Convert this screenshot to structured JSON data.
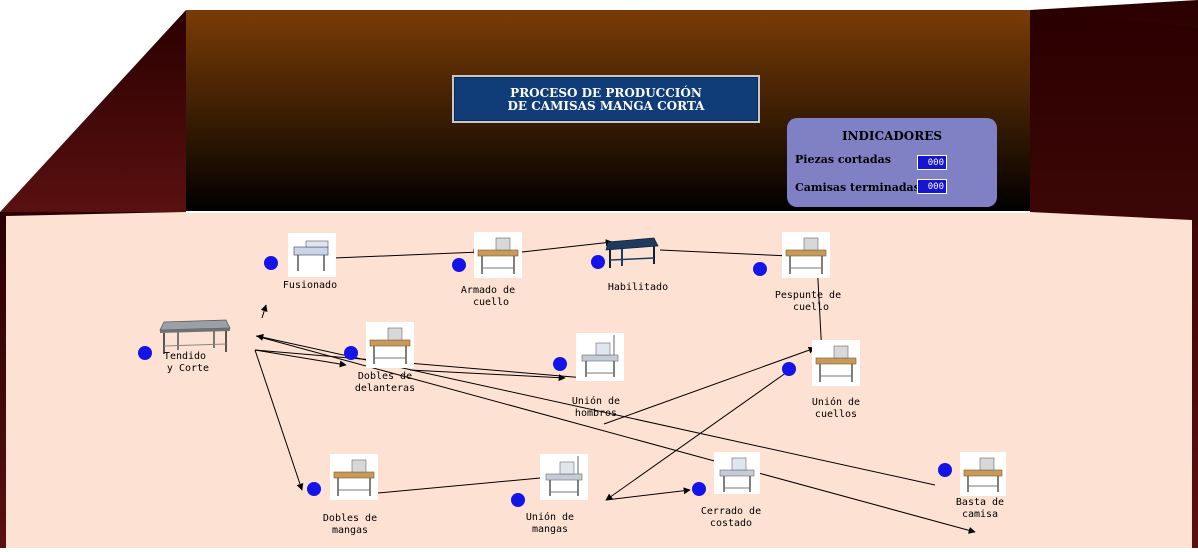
{
  "title": {
    "line1": "PROCESO DE PRODUCCIÓN",
    "line2": "DE CAMISAS MANGA CORTA"
  },
  "indicators": {
    "title": "INDICADORES",
    "pieces_cut_label": "Piezas cortadas",
    "pieces_cut_value": "000",
    "shirts_done_label": "Camisas terminadas",
    "shirts_done_value": "000"
  },
  "stations": {
    "tendido": "Tendido\n y Corte",
    "fusionado": "Fusionado",
    "armado": "Armado de\n cuello",
    "habilitado": "Habilitado",
    "pespunte": "Pespunte de\n cuello",
    "dobles_del": "Dobles de\ndelanteras",
    "union_hombros": "Unión de\nhombros",
    "union_cuellos": "Unión de\ncuellos",
    "dobles_mangas": "Dobles de\nmangas",
    "union_mangas": "Unión de\nmangas",
    "cerrado": "Cerrado de\ncostado",
    "basta": "Basta de\ncamisa"
  },
  "colors": {
    "floor": "#fde2d3",
    "wall_top": "#7a3c06",
    "side_wall": "#3a0000",
    "status_dot": "#1414e8",
    "panel": "#8080c4",
    "title_bg": "#103c78"
  }
}
